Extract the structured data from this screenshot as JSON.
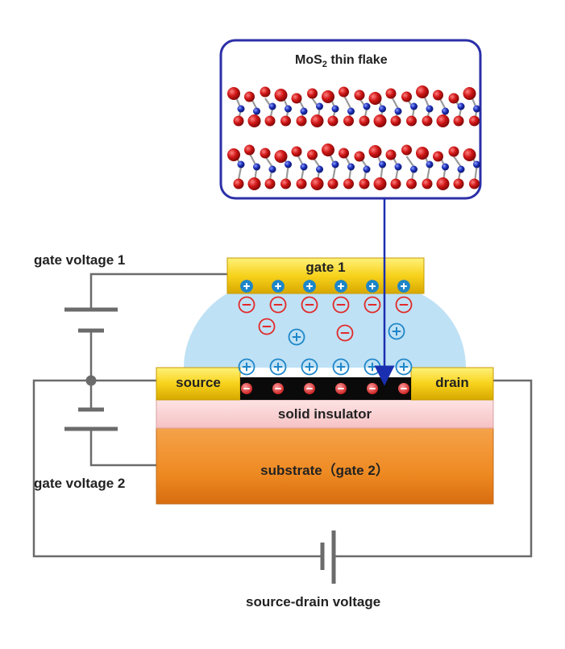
{
  "inset": {
    "title_main": "MoS",
    "title_sub": "2",
    "title_rest": " thin flake"
  },
  "labels": {
    "gate1": "gate 1",
    "source": "source",
    "drain": "drain",
    "insulator": "solid insulator",
    "substrate": "substrate（gate 2）",
    "gate_voltage_1": "gate voltage 1",
    "gate_voltage_2": "gate voltage 2",
    "sd_voltage": "source-drain voltage"
  },
  "colors": {
    "gate": "#f7d21b",
    "liquid": "#bfe1f5",
    "insulator": "#f9cfd0",
    "substrate": "#f08a22",
    "channel": "#0a0a0a",
    "wire": "#6b6b6b",
    "arrow": "#1a2fb0",
    "positive_ion": "#1d86c9",
    "negative_ion": "#e12a2a"
  }
}
